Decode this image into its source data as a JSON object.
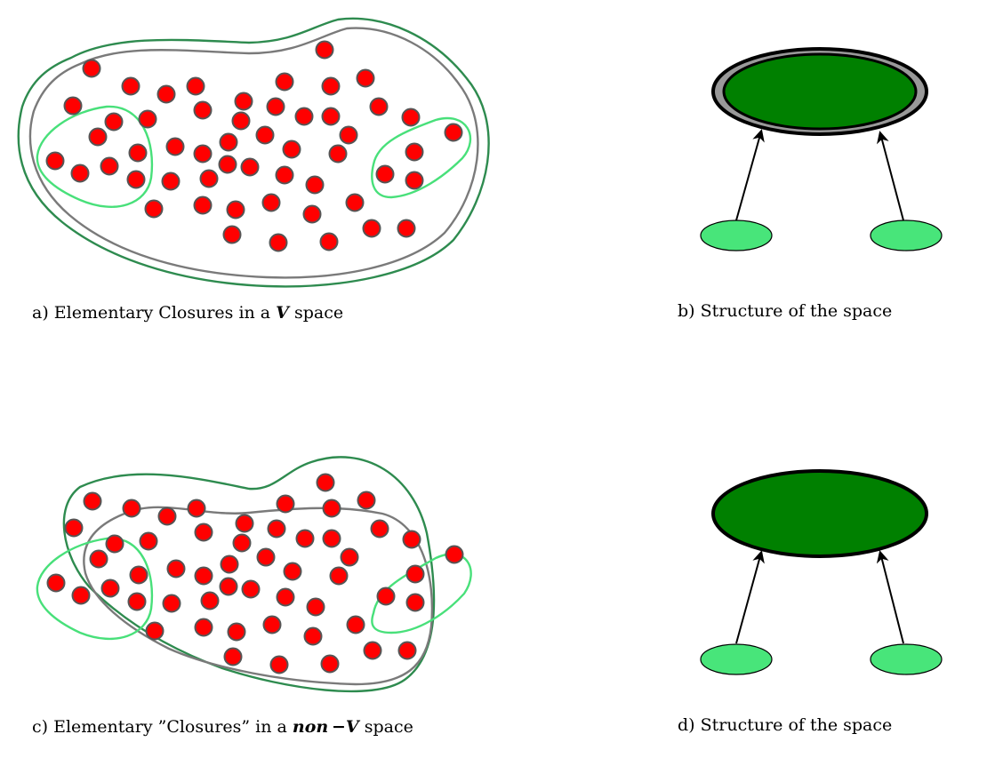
{
  "panels": [
    {
      "id": "a",
      "caption": [
        "a) Elementary Closures in a ",
        "V",
        " space"
      ]
    },
    {
      "id": "b",
      "caption": [
        "b) Structure of the space"
      ]
    },
    {
      "id": "c",
      "caption": [
        "c) Elementary ”Closures” in a ",
        "non −V",
        " space"
      ]
    },
    {
      "id": "d",
      "caption": [
        "d) Structure of the space"
      ]
    }
  ],
  "colors": {
    "point_fill": "#ff0000",
    "point_stroke": "#555555",
    "outer_region": "#2e8b4f",
    "inner_region": "#7a7a7a",
    "elementary_closure": "#48e07a",
    "structure_top": "#008000",
    "structure_bottom": "#48e57a",
    "structure_border": "#000000",
    "structure_ring": "#999999"
  }
}
